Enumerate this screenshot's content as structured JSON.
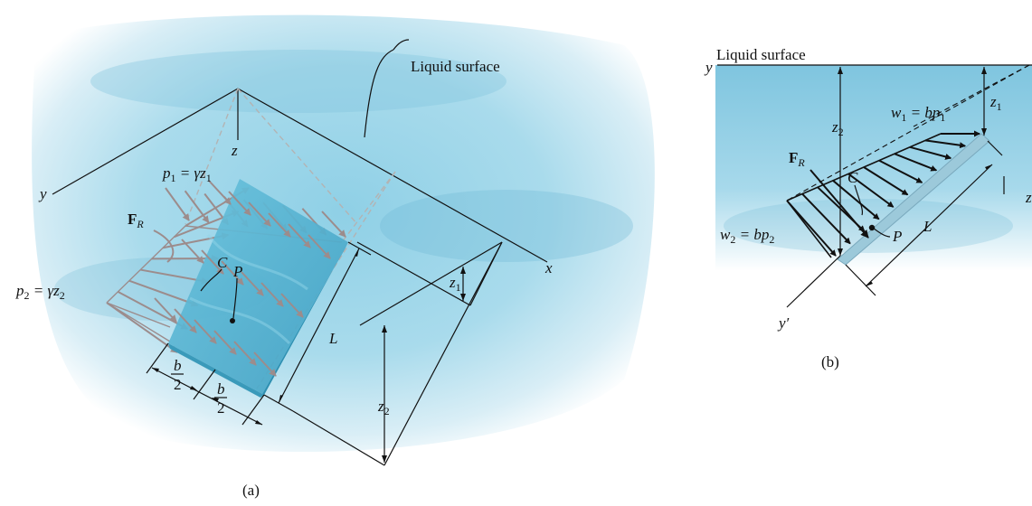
{
  "figure_a": {
    "caption": "(a)",
    "liquid_surface": "Liquid surface",
    "axis_x": "x",
    "axis_y": "y",
    "axis_z": "z",
    "p1": {
      "main": "p",
      "sub": "1",
      "eq": " = γz",
      "eqsub": "1"
    },
    "p2": {
      "main": "p",
      "sub": "2",
      "eq": " = γz",
      "eqsub": "2"
    },
    "FR": {
      "main": "F",
      "sub": "R"
    },
    "C": "C",
    "P": "P",
    "L": "L",
    "z1": {
      "main": "z",
      "sub": "1"
    },
    "z2": {
      "main": "z",
      "sub": "2"
    },
    "b_half": {
      "num": "b",
      "den": "2"
    }
  },
  "figure_b": {
    "caption": "(b)",
    "liquid_surface": "Liquid surface",
    "axis_y": "y",
    "axis_z": "z",
    "axis_yprime": "y′",
    "w1": {
      "main": "w",
      "sub": "1",
      "eq": " = bp",
      "eqsub": "1"
    },
    "w2": {
      "main": "w",
      "sub": "2",
      "eq": " = bp",
      "eqsub": "2"
    },
    "FR": {
      "main": "F",
      "sub": "R"
    },
    "C": "C",
    "P": "P",
    "L": "L",
    "z1": {
      "main": "z",
      "sub": "1"
    },
    "z2": {
      "main": "z",
      "sub": "2"
    }
  },
  "colors": {
    "water_light": "#bfe3f2",
    "water_mid": "#7cc3df",
    "water_dark": "#3f9cc4",
    "plate": "#4fb0cf",
    "plate_edge": "#2e8fb0",
    "pressure_arrow": "#9c8c8c",
    "line": "#111111"
  }
}
